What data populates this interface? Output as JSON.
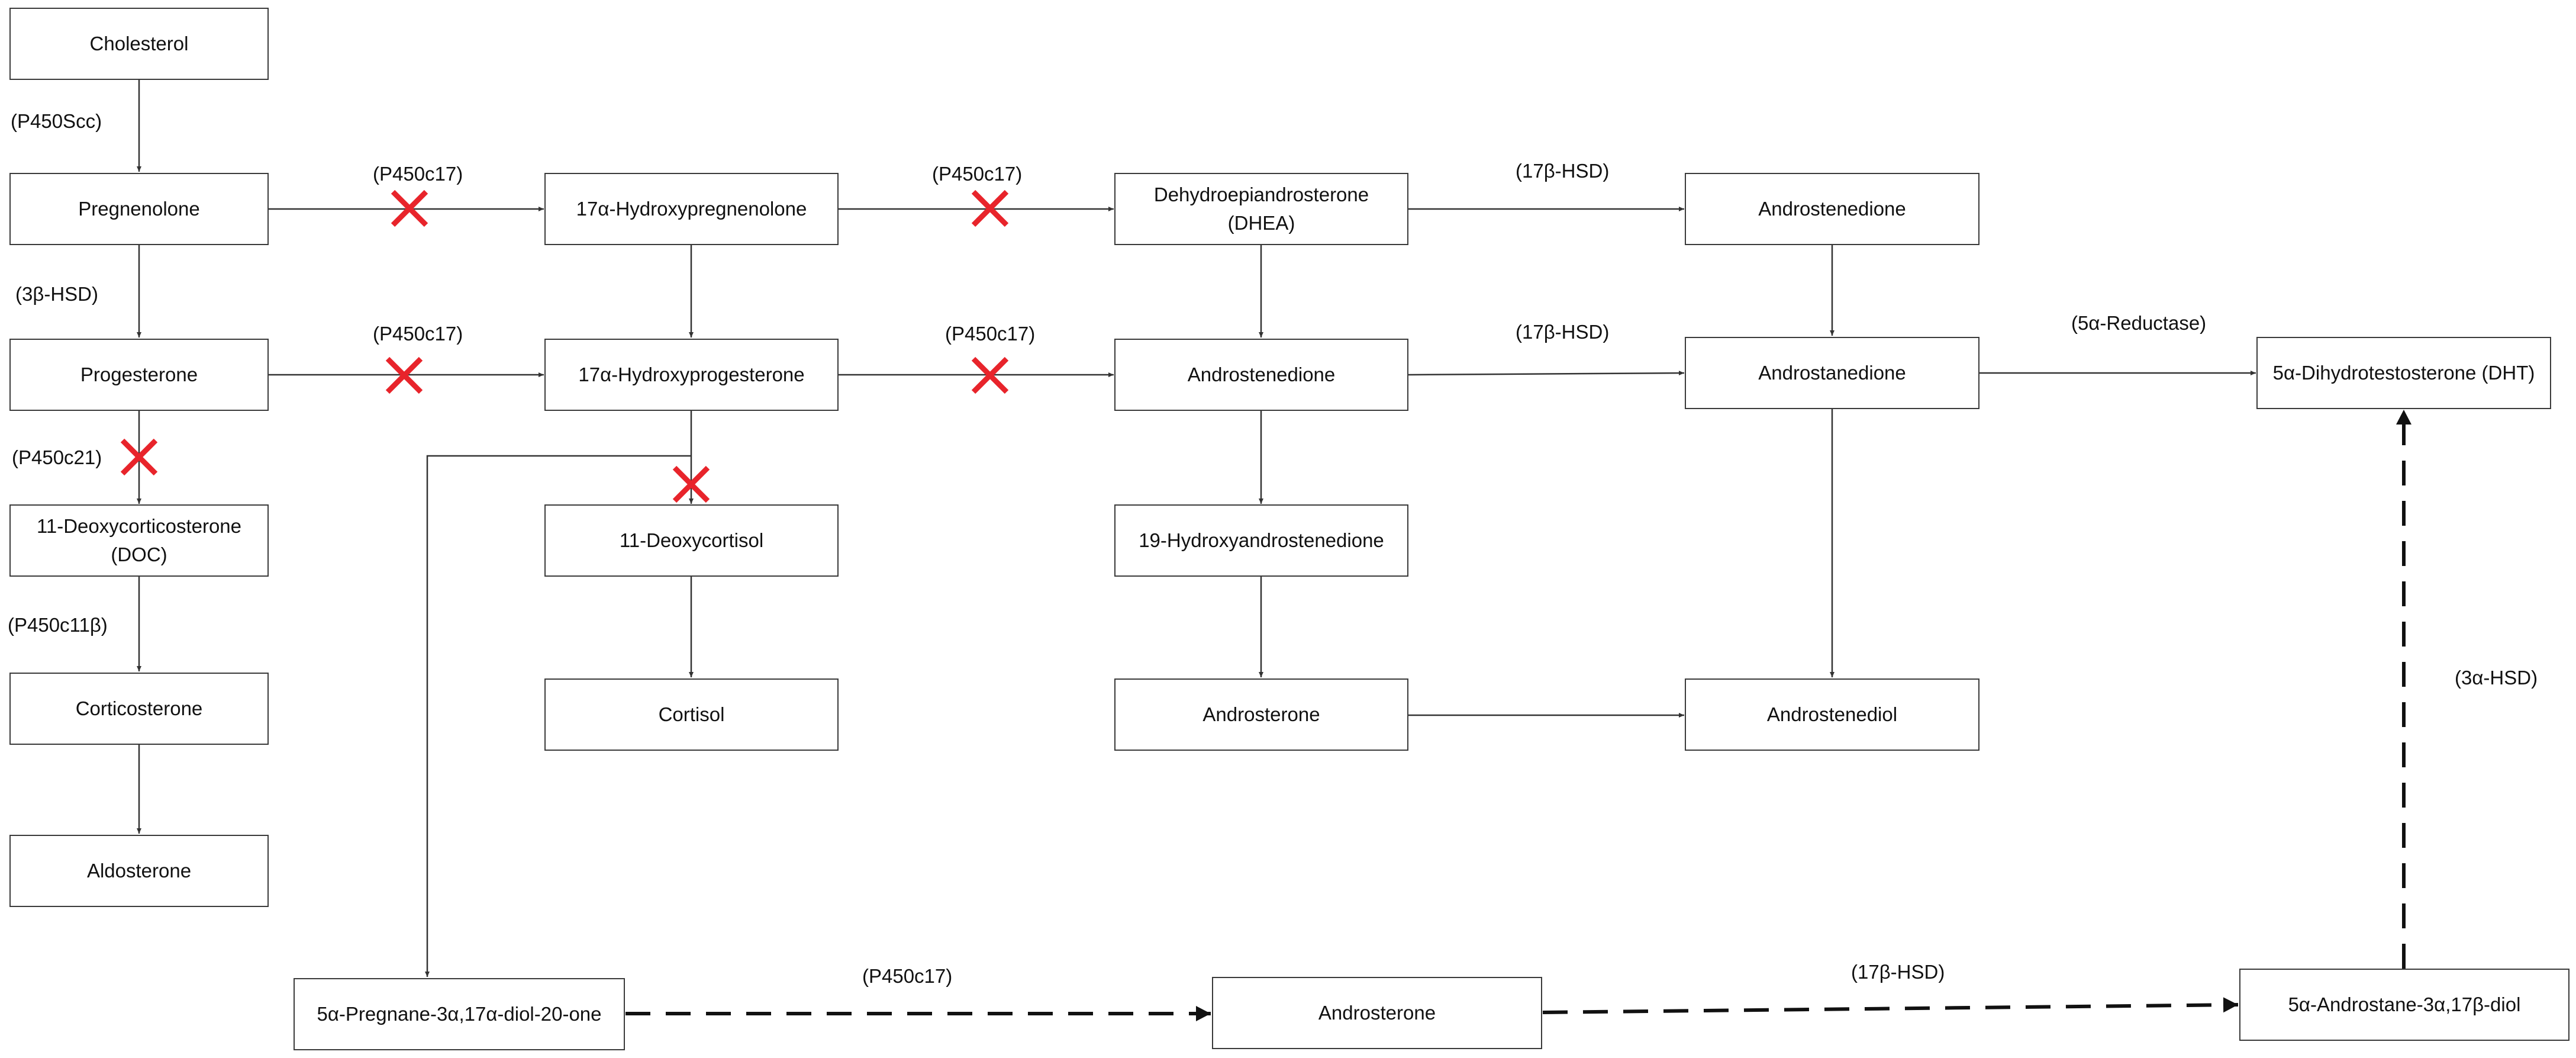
{
  "nodes": {
    "cholesterol": {
      "lines": [
        "Cholesterol"
      ]
    },
    "pregnenolone": {
      "lines": [
        "Pregnenolone"
      ]
    },
    "progesterone": {
      "lines": [
        "Progesterone"
      ]
    },
    "doc": {
      "lines": [
        "11-Deoxycorticosterone",
        "(DOC)"
      ]
    },
    "corticosterone": {
      "lines": [
        "Corticosterone"
      ]
    },
    "aldosterone": {
      "lines": [
        "Aldosterone"
      ]
    },
    "hydroxypregnenolone": {
      "lines": [
        "17α-Hydroxypregnenolone"
      ]
    },
    "hydroxyprogesterone": {
      "lines": [
        "17α-Hydroxyprogesterone"
      ]
    },
    "deoxycortisol": {
      "lines": [
        "11-Deoxycortisol"
      ]
    },
    "cortisol": {
      "lines": [
        "Cortisol"
      ]
    },
    "dhea": {
      "lines": [
        "Dehydroepiandrosterone",
        "(DHEA)"
      ]
    },
    "androstenedione_mid": {
      "lines": [
        "Androstenedione"
      ]
    },
    "hydroxyandrostenedione": {
      "lines": [
        "19-Hydroxyandrostenedione"
      ]
    },
    "androsterone_mid": {
      "lines": [
        "Androsterone"
      ]
    },
    "androstenedione_top": {
      "lines": [
        "Androstenedione"
      ]
    },
    "androstanedione": {
      "lines": [
        "Androstanedione"
      ]
    },
    "androstenediol": {
      "lines": [
        "Androstenediol"
      ]
    },
    "dht": {
      "lines": [
        "5α-Dihydrotestosterone (DHT)"
      ]
    },
    "pregnane": {
      "lines": [
        "5α-Pregnane-3α,17α-diol-20-one"
      ]
    },
    "androsterone_bottom": {
      "lines": [
        "Androsterone"
      ]
    },
    "androstanediol": {
      "lines": [
        "5α-Androstane-3α,17β-diol"
      ]
    }
  },
  "labels": {
    "p450scc": "(P450Scc)",
    "hsd3b": "(3β-HSD)",
    "p450c21": "(P450c21)",
    "p450c11b": "(P450c11β)",
    "p450c17_a": "(P450c17)",
    "p450c17_b": "(P450c17)",
    "p450c17_c": "(P450c17)",
    "p450c17_d": "(P450c17)",
    "hsd17b_a": "(17β-HSD)",
    "hsd17b_b": "(17β-HSD)",
    "reductase": "(5α-Reductase)",
    "hsd3a": "(3α-HSD)",
    "p450c17_e": "(P450c17)",
    "hsd17b_c": "(17β-HSD)"
  },
  "colors": {
    "line": "#333333",
    "block": "#e8242b",
    "border": "#3a3a3a"
  },
  "block_icon": "cross-mark-icon"
}
